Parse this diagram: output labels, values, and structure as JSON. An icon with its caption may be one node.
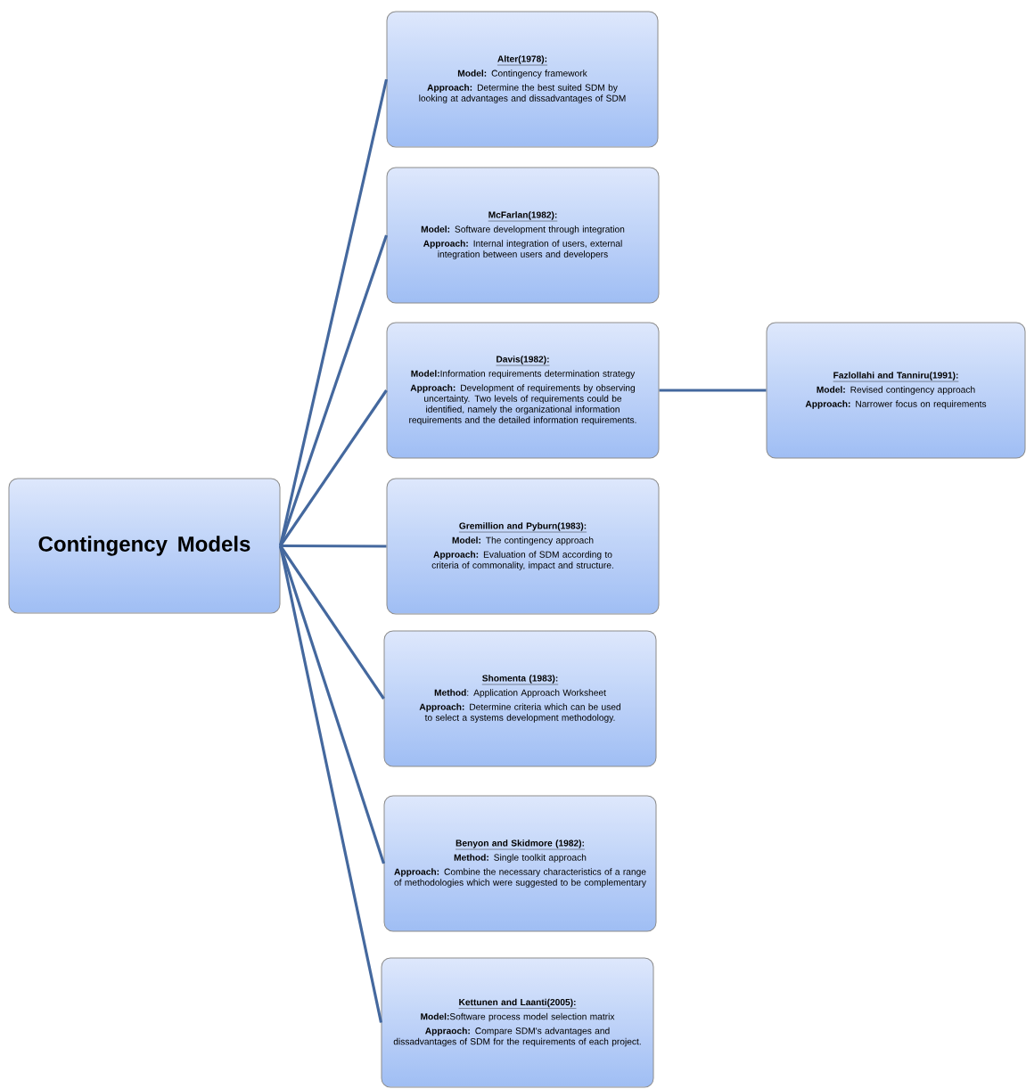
{
  "diagram": {
    "nodes": [
      {
        "text": [
          "Contingency Models"
        ]
      },
      {
        "text": [
          "Alter(1978):",
          "**Model:** Contingency framework",
          "**Approach:** Determine the best suited SDM by looking at advantages and dissadvantages of SDM"
        ]
      },
      {
        "text": [
          "McFarlan(1982):",
          "**Model:** Software development through integration",
          "**Approach:** Internal integration of users, external integration between users and developers"
        ]
      },
      {
        "text": [
          "Davis(1982):",
          "**Model:**Information requirements determination strategy",
          "**Approach:** Development of requirements by observing uncertainty. Two levels of requirements could be identified, namely the organizational information requirements and the detailed information requirements."
        ]
      },
      {
        "text": [
          "Gremillion and Pyburn(1983):",
          "**Model:** The contingency approach",
          "**Approach:** Evaluation of SDM according to criteria of commonality, impact and structure."
        ]
      },
      {
        "text": [
          "Shomenta (1983):",
          "**Method**: Application Approach Worksheet",
          "**Approach:** Determine criteria which can be used to select a systems development methodology."
        ]
      },
      {
        "text": [
          "Benyon and Skidmore (1982):",
          "**Method:** Single toolkit approach",
          "**Approach:** Combine the necessary characteristics of a range of methodologies which were suggested to be complementary"
        ]
      },
      {
        "text": [
          "Kettunen and Laanti(2005):",
          "**Model:**Software process model selection matrix",
          "**Appraoch:** Compare SDM's advantages and dissadvantages of SDM for the requirements of each project."
        ]
      },
      {
        "text": [
          "Fazlollahi and Tanniru(1991):",
          "**Model:** Revised contingency approach",
          "**Approach:** Narrower focus on requirements"
        ]
      }
    ],
    "edges": [
      {
        "from": 0,
        "to": 1,
        "arrow": "none"
      },
      {
        "from": 0,
        "to": 2,
        "arrow": "none"
      },
      {
        "from": 0,
        "to": 3,
        "arrow": "none"
      },
      {
        "from": 0,
        "to": 4,
        "arrow": "none"
      },
      {
        "from": 0,
        "to": 5,
        "arrow": "none"
      },
      {
        "from": 0,
        "to": 6,
        "arrow": "none"
      },
      {
        "from": 0,
        "to": 7,
        "arrow": "none"
      },
      {
        "from": 3,
        "to": 8,
        "arrow": "none"
      }
    ]
  }
}
